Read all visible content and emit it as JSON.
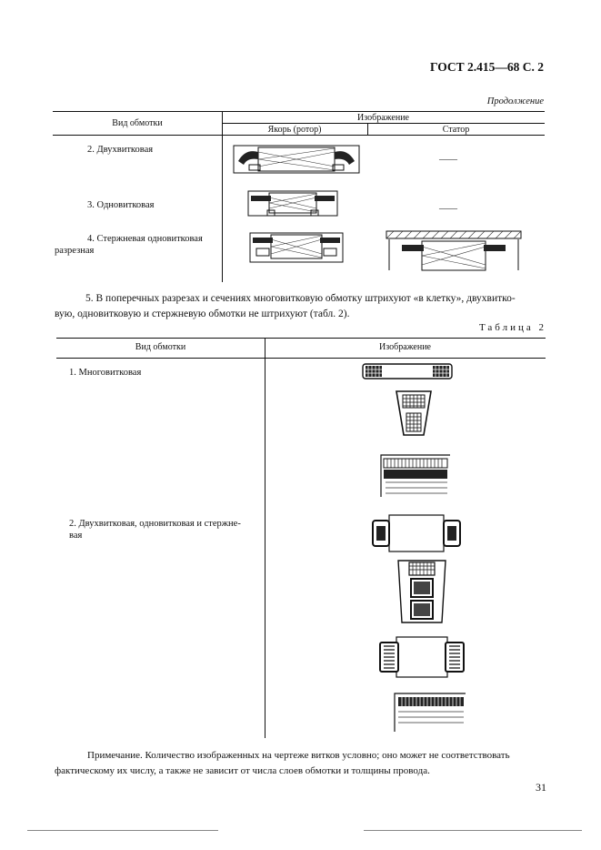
{
  "header": {
    "title": "ГОСТ 2.415—68 С. 2",
    "continuation": "Продолжение"
  },
  "table1": {
    "col_type": "Вид обмотки",
    "col_image": "Изображение",
    "sub_rotor": "Якорь (ротор)",
    "sub_stator": "Статор",
    "rows": [
      {
        "label": "2. Двухвитковая",
        "stator": "——"
      },
      {
        "label": "3. Одновитковая",
        "stator": "——"
      },
      {
        "label_line1": "4. Стержневая одновитковая",
        "label_line2": "разрезная"
      }
    ]
  },
  "paragraph": {
    "line1": "5. В поперечных разрезах и сечениях многовитковую обмотку штрихуют «в клетку», двухвитко-",
    "line2": "вую, одновитковую и стержневую обмотки не штрихуют (табл. 2)."
  },
  "table2": {
    "caption": "Таблица 2",
    "col_type": "Вид обмотки",
    "col_image": "Изображение",
    "rows": [
      {
        "label": "1. Многовитковая"
      },
      {
        "label_line1": "2. Двухвитковая, одновитковая и стержне-",
        "label_line2": "вая"
      }
    ]
  },
  "note": {
    "line1": "Примечание. Количество изображенных на чертеже витков условно; оно может не соответствовать",
    "line2": "фактическому их числу, а также не зависит от числа слоев обмотки и толщины провода."
  },
  "page_number": "31"
}
